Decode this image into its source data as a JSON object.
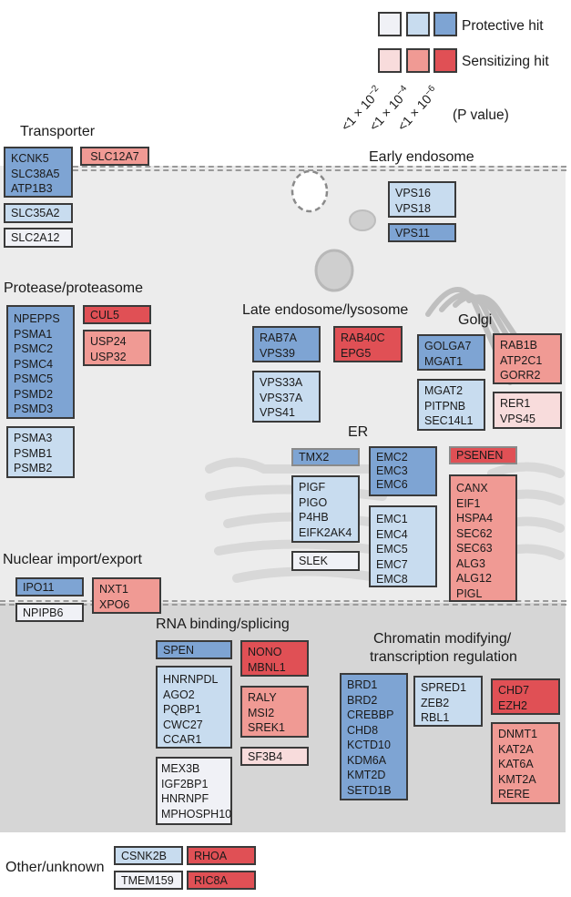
{
  "legend": {
    "protective_label": "Protective hit",
    "sensitizing_label": "Sensitizing hit",
    "pvalue_label": "(P value)",
    "thresholds": [
      {
        "prefix": "<1 × 10",
        "exp": "−2"
      },
      {
        "prefix": "<1 × 10",
        "exp": "−4"
      },
      {
        "prefix": "<1 × 10",
        "exp": "−6"
      }
    ],
    "colors": {
      "protective": [
        "#f0f1f6",
        "#c8dcef",
        "#7ea4d3"
      ],
      "sensitizing": [
        "#f8dcdc",
        "#f09a94",
        "#e05055"
      ]
    }
  },
  "compartments": {
    "transporter": {
      "title": "Transporter",
      "groups": [
        {
          "level": "p3",
          "genes": [
            "KCNK5",
            "SLC38A5",
            "ATP1B3"
          ]
        },
        {
          "level": "s2",
          "genes": [
            "SLC12A7"
          ]
        },
        {
          "level": "p2",
          "genes": [
            "SLC35A2"
          ]
        },
        {
          "level": "p1",
          "genes": [
            "SLC2A12"
          ]
        }
      ]
    },
    "early_endosome": {
      "title": "Early endosome",
      "groups": [
        {
          "level": "p2",
          "genes": [
            "VPS16",
            "VPS18"
          ]
        },
        {
          "level": "p3",
          "genes": [
            "VPS11"
          ]
        }
      ]
    },
    "protease": {
      "title": "Protease/proteasome",
      "groups": [
        {
          "level": "p3",
          "genes": [
            "NPEPPS",
            "PSMA1",
            "PSMC2",
            "PSMC4",
            "PSMC5",
            "PSMD2",
            "PSMD3"
          ]
        },
        {
          "level": "s3",
          "genes": [
            "CUL5"
          ]
        },
        {
          "level": "s2",
          "genes": [
            "USP24",
            "USP32"
          ]
        },
        {
          "level": "p2",
          "genes": [
            "PSMA3",
            "PSMB1",
            "PSMB2"
          ]
        }
      ]
    },
    "late_endosome": {
      "title": "Late endosome/lysosome",
      "groups": [
        {
          "level": "p3",
          "genes": [
            "RAB7A",
            "VPS39"
          ]
        },
        {
          "level": "s3",
          "genes": [
            "RAB40C",
            "EPG5"
          ]
        },
        {
          "level": "p2",
          "genes": [
            "VPS33A",
            "VPS37A",
            "VPS41"
          ]
        }
      ]
    },
    "golgi": {
      "title": "Golgi",
      "groups": [
        {
          "level": "p3",
          "genes": [
            "GOLGA7",
            "MGAT1"
          ]
        },
        {
          "level": "s2",
          "genes": [
            "RAB1B",
            "ATP2C1",
            "GORR2"
          ]
        },
        {
          "level": "p2",
          "genes": [
            "MGAT2",
            "PITPNB",
            "SEC14L1"
          ]
        },
        {
          "level": "s1",
          "genes": [
            "RER1",
            "VPS45"
          ]
        }
      ]
    },
    "er": {
      "title": "ER",
      "groups": [
        {
          "level": "p3",
          "genes": [
            "TMX2"
          ]
        },
        {
          "level": "p3",
          "genes": [
            "EMC2",
            "EMC3",
            "EMC6"
          ]
        },
        {
          "level": "s3",
          "genes": [
            "PSENEN"
          ]
        },
        {
          "level": "p2",
          "genes": [
            "PIGF",
            "PIGO",
            "P4HB",
            "EIFK2AK4"
          ]
        },
        {
          "level": "p2",
          "genes": [
            "EMC1",
            "EMC4",
            "EMC5",
            "EMC7",
            "EMC8"
          ]
        },
        {
          "level": "s2",
          "genes": [
            "CANX",
            "EIF1",
            "HSPA4",
            "SEC62",
            "SEC63",
            "ALG3",
            "ALG12",
            "PIGL"
          ]
        },
        {
          "level": "p1",
          "genes": [
            "SLEK"
          ]
        }
      ]
    },
    "nuclear_transport": {
      "title": "Nuclear import/export",
      "groups": [
        {
          "level": "p3",
          "genes": [
            "IPO11"
          ]
        },
        {
          "level": "s2",
          "genes": [
            "NXT1",
            "XPO6"
          ]
        },
        {
          "level": "p1",
          "genes": [
            "NPIPB6"
          ]
        }
      ]
    },
    "rna": {
      "title": "RNA binding/splicing",
      "groups": [
        {
          "level": "p3",
          "genes": [
            "SPEN"
          ]
        },
        {
          "level": "s3",
          "genes": [
            "NONO",
            "MBNL1"
          ]
        },
        {
          "level": "p2",
          "genes": [
            "HNRNPDL",
            "AGO2",
            "PQBP1",
            "CWC27",
            "CCAR1"
          ]
        },
        {
          "level": "s2",
          "genes": [
            "RALY",
            "MSI2",
            "SREK1"
          ]
        },
        {
          "level": "s1",
          "genes": [
            "SF3B4"
          ]
        },
        {
          "level": "p1",
          "genes": [
            "MEX3B",
            "IGF2BP1",
            "HNRNPF",
            "MPHOSPH10"
          ]
        }
      ]
    },
    "chromatin": {
      "title_line1": "Chromatin modifying/",
      "title_line2": "transcription regulation",
      "groups": [
        {
          "level": "p3",
          "genes": [
            "BRD1",
            "BRD2",
            "CREBBP",
            "CHD8",
            "KCTD10",
            "KDM6A",
            "KMT2D",
            "SETD1B"
          ]
        },
        {
          "level": "p2",
          "genes": [
            "SPRED1",
            "ZEB2",
            "RBL1"
          ]
        },
        {
          "level": "s3",
          "genes": [
            "CHD7",
            "EZH2"
          ]
        },
        {
          "level": "s2",
          "genes": [
            "DNMT1",
            "KAT2A",
            "KAT6A",
            "KMT2A",
            "RERE"
          ]
        }
      ]
    },
    "other": {
      "title": "Other/unknown",
      "groups": [
        {
          "level": "p2",
          "genes": [
            "CSNK2B"
          ]
        },
        {
          "level": "s3",
          "genes": [
            "RHOA"
          ]
        },
        {
          "level": "p1",
          "genes": [
            "TMEM159"
          ]
        },
        {
          "level": "s3",
          "genes": [
            "RIC8A"
          ]
        }
      ]
    }
  }
}
